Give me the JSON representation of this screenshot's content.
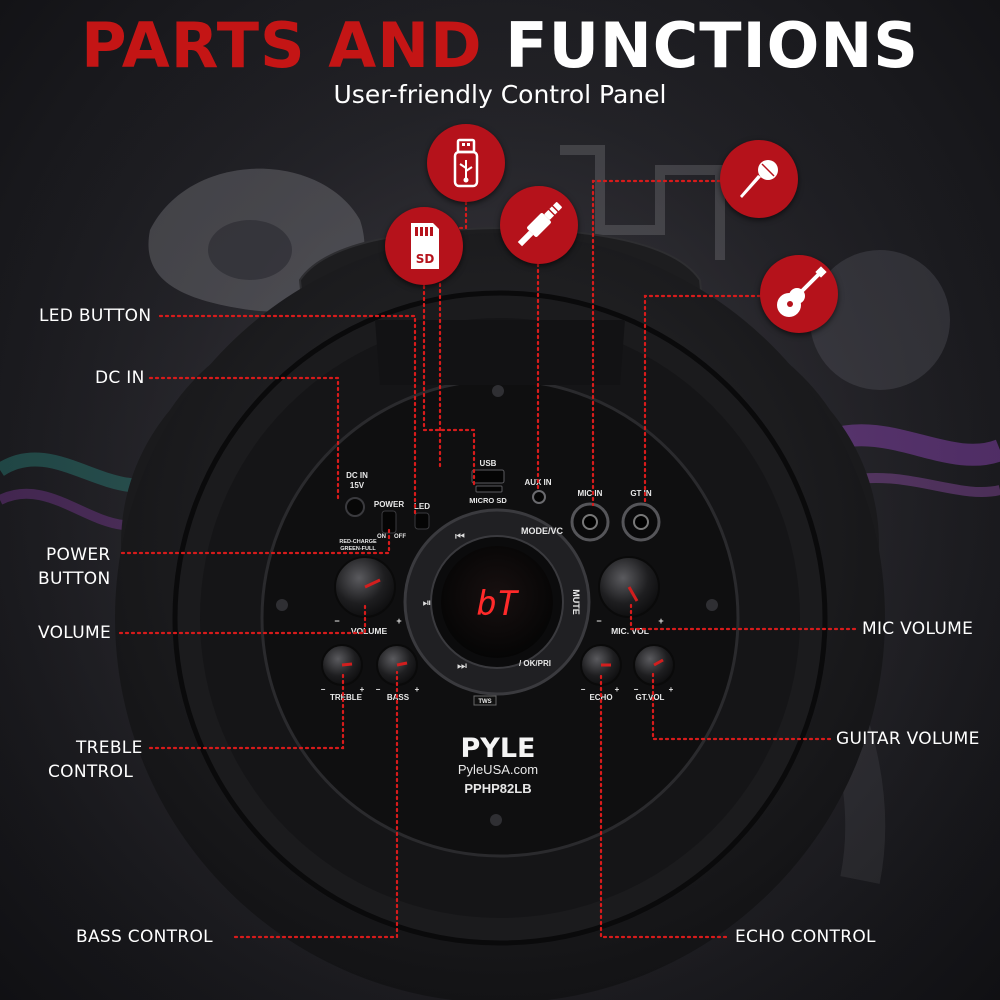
{
  "header": {
    "title_part1": "PARTS AND",
    "title_part2": "FUNCTIONS",
    "subtitle": "User-friendly Control Panel"
  },
  "callouts": {
    "led_button": "LED BUTTON",
    "dc_in": "DC IN",
    "power_button_line1": "POWER",
    "power_button_line2": "BUTTON",
    "volume": "VOLUME",
    "treble_line1": "TREBLE",
    "treble_line2": "CONTROL",
    "bass": "BASS CONTROL",
    "mic_volume": "MIC VOLUME",
    "guitar_volume": "GUITAR VOLUME",
    "echo": "ECHO CONTROL"
  },
  "icons": {
    "usb": "usb-icon",
    "sd": "sd-card-icon",
    "aux": "aux-jack-icon",
    "mic": "microphone-icon",
    "guitar": "guitar-icon",
    "sd_label": "SD"
  },
  "panel": {
    "dc_in": "DC IN",
    "dc_volt": "15V",
    "power": "POWER",
    "led": "LED",
    "on": "ON",
    "off": "OFF",
    "charge_line1": "RED-CHARGE",
    "charge_line2": "GREEN-FULL",
    "usb": "USB",
    "micro_sd": "MICRO SD",
    "aux_in": "AUX IN",
    "mic_in": "MIC IN",
    "gt_in": "GT IN",
    "mode": "MODE/VC",
    "mute": "MUTE",
    "ok": "/ OK/PRI",
    "tws": "TWS",
    "display": "bT",
    "volume": "VOLUME",
    "mic_vol": "MIC. VOL",
    "treble": "TREBLE",
    "bass": "BASS",
    "echo": "ECHO",
    "gt_vol": "GT.VOL",
    "minus": "−",
    "plus": "+",
    "brand": "PYLE",
    "site": "PyleUSA.com",
    "model": "PPHP82LB"
  },
  "colors": {
    "accent_red": "#c41515",
    "icon_red": "#b5121b",
    "callout_line": "#d81b1b",
    "display_red": "#ff2a2a",
    "knob_red": "#d21e1e"
  }
}
